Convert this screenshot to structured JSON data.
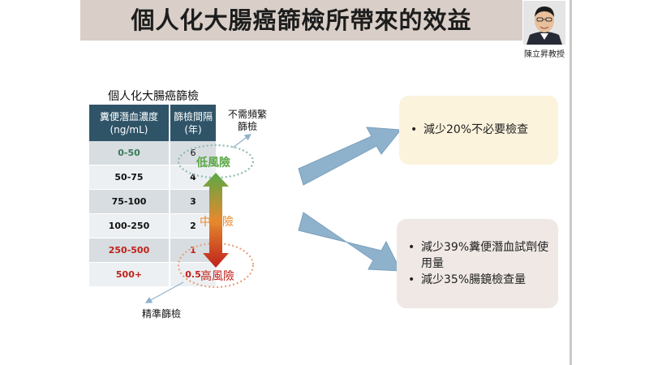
{
  "title": "個人化大腸癌篩檢所帶來的效益",
  "presenter": {
    "name": "陳立昇教授"
  },
  "table": {
    "title": "個人化大腸癌篩檢",
    "header": {
      "col1": [
        "糞便潛血濃度",
        "(ng/mL)"
      ],
      "col2": [
        "篩檢間隔",
        "(年)"
      ]
    },
    "rows": [
      {
        "range": "0-50",
        "interval": "6",
        "color": "#3a7a58"
      },
      {
        "range": "50-75",
        "interval": "4",
        "color": "#111111"
      },
      {
        "range": "75-100",
        "interval": "3",
        "color": "#111111"
      },
      {
        "range": "100-250",
        "interval": "2",
        "color": "#111111"
      },
      {
        "range": "250-500",
        "interval": "1",
        "color": "#c0211b"
      },
      {
        "range": "500+",
        "interval": "0.5",
        "color": "#c0211b"
      }
    ]
  },
  "risk": {
    "low": "低風險",
    "mid": "中風險",
    "high": "高風險"
  },
  "notes": {
    "frequent": [
      "不需頻繁",
      "篩檢"
    ],
    "precise": "精準篩檢"
  },
  "benefits": {
    "box1": [
      "減少20%不必要檢查"
    ],
    "box2": [
      "減少39%糞便潛血試劑使用量",
      "減少35%腸鏡檢查量"
    ]
  },
  "colors": {
    "title_bar": "#d9cfc8",
    "table_header": "#2f5468",
    "low": "#5aa845",
    "mid": "#e58a2e",
    "high": "#c0211b",
    "arrow_blue": "#8fb2cc",
    "box1": "#fcf3dd",
    "box2": "#efe8e4"
  }
}
